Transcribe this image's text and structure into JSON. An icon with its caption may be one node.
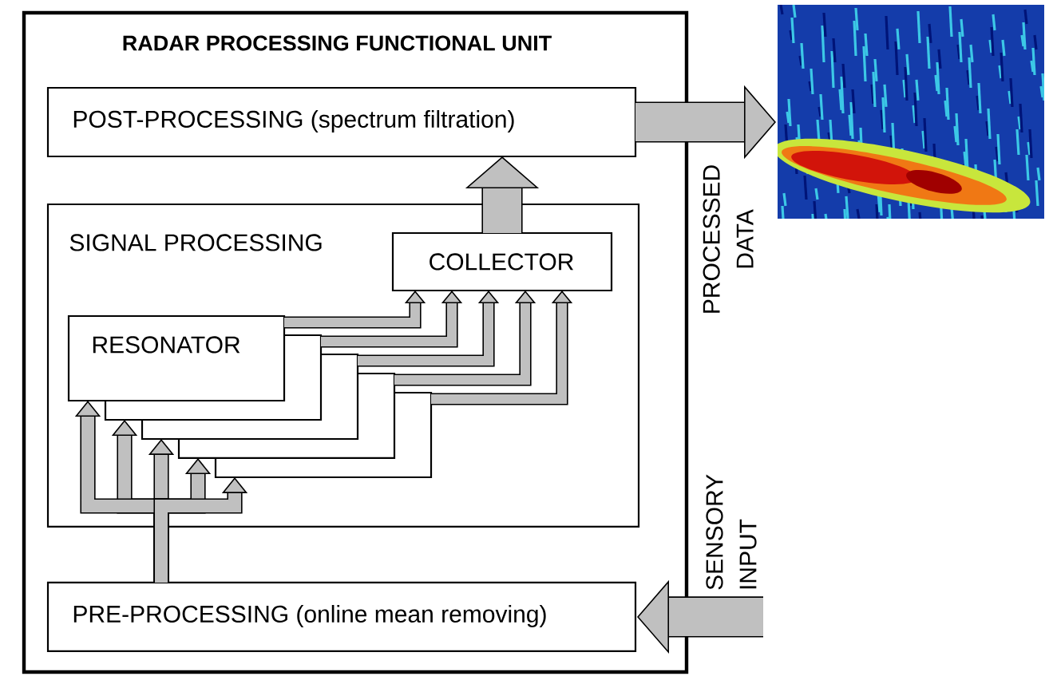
{
  "diagram": {
    "nodes": [
      {
        "text": [
          "RADAR PROCESSING FUNCTIONAL UNIT"
        ]
      },
      {
        "text": [
          "POST-PROCESSING (spectrum filtration)"
        ],
        "in": 0
      },
      {
        "text": [
          "SIGNAL PROCESSING"
        ],
        "in": 0
      },
      {
        "text": [
          "COLLECTOR"
        ],
        "in": 2
      },
      {
        "text": [
          "RESONATOR"
        ],
        "in": 2
      },
      {
        "text": [],
        "shape": "box",
        "in": 2
      },
      {
        "text": [],
        "shape": "box",
        "in": 2
      },
      {
        "text": [],
        "shape": "box",
        "in": 2
      },
      {
        "text": [],
        "shape": "box",
        "in": 2
      },
      {
        "text": [
          "PRE-PROCESSING (online mean removing)"
        ],
        "in": 0
      },
      {
        "text": [],
        "shape": "picture"
      }
    ],
    "edges": [
      {
        "from": 1,
        "to": 10,
        "arrow": "to",
        "style": "thick"
      },
      {
        "from": 3,
        "to": 1,
        "arrow": "to",
        "style": "thick"
      },
      {
        "from": 9,
        "to": 4,
        "arrow": "to"
      },
      {
        "from": 9,
        "to": 5,
        "arrow": "to"
      },
      {
        "from": 9,
        "to": 6,
        "arrow": "to"
      },
      {
        "from": 9,
        "to": 7,
        "arrow": "to"
      },
      {
        "from": 9,
        "to": 8,
        "arrow": "to"
      },
      {
        "from": 4,
        "to": 3,
        "arrow": "to"
      },
      {
        "from": 5,
        "to": 3,
        "arrow": "to"
      },
      {
        "from": 6,
        "to": 3,
        "arrow": "to"
      },
      {
        "from": 7,
        "to": 3,
        "arrow": "to"
      },
      {
        "from": 8,
        "to": 3,
        "arrow": "to"
      },
      {
        "from": null,
        "to": 9,
        "arrow": "to",
        "style": "thick"
      }
    ],
    "labels": [
      "PROCESSED DATA",
      "SENSORY INPUT"
    ]
  }
}
